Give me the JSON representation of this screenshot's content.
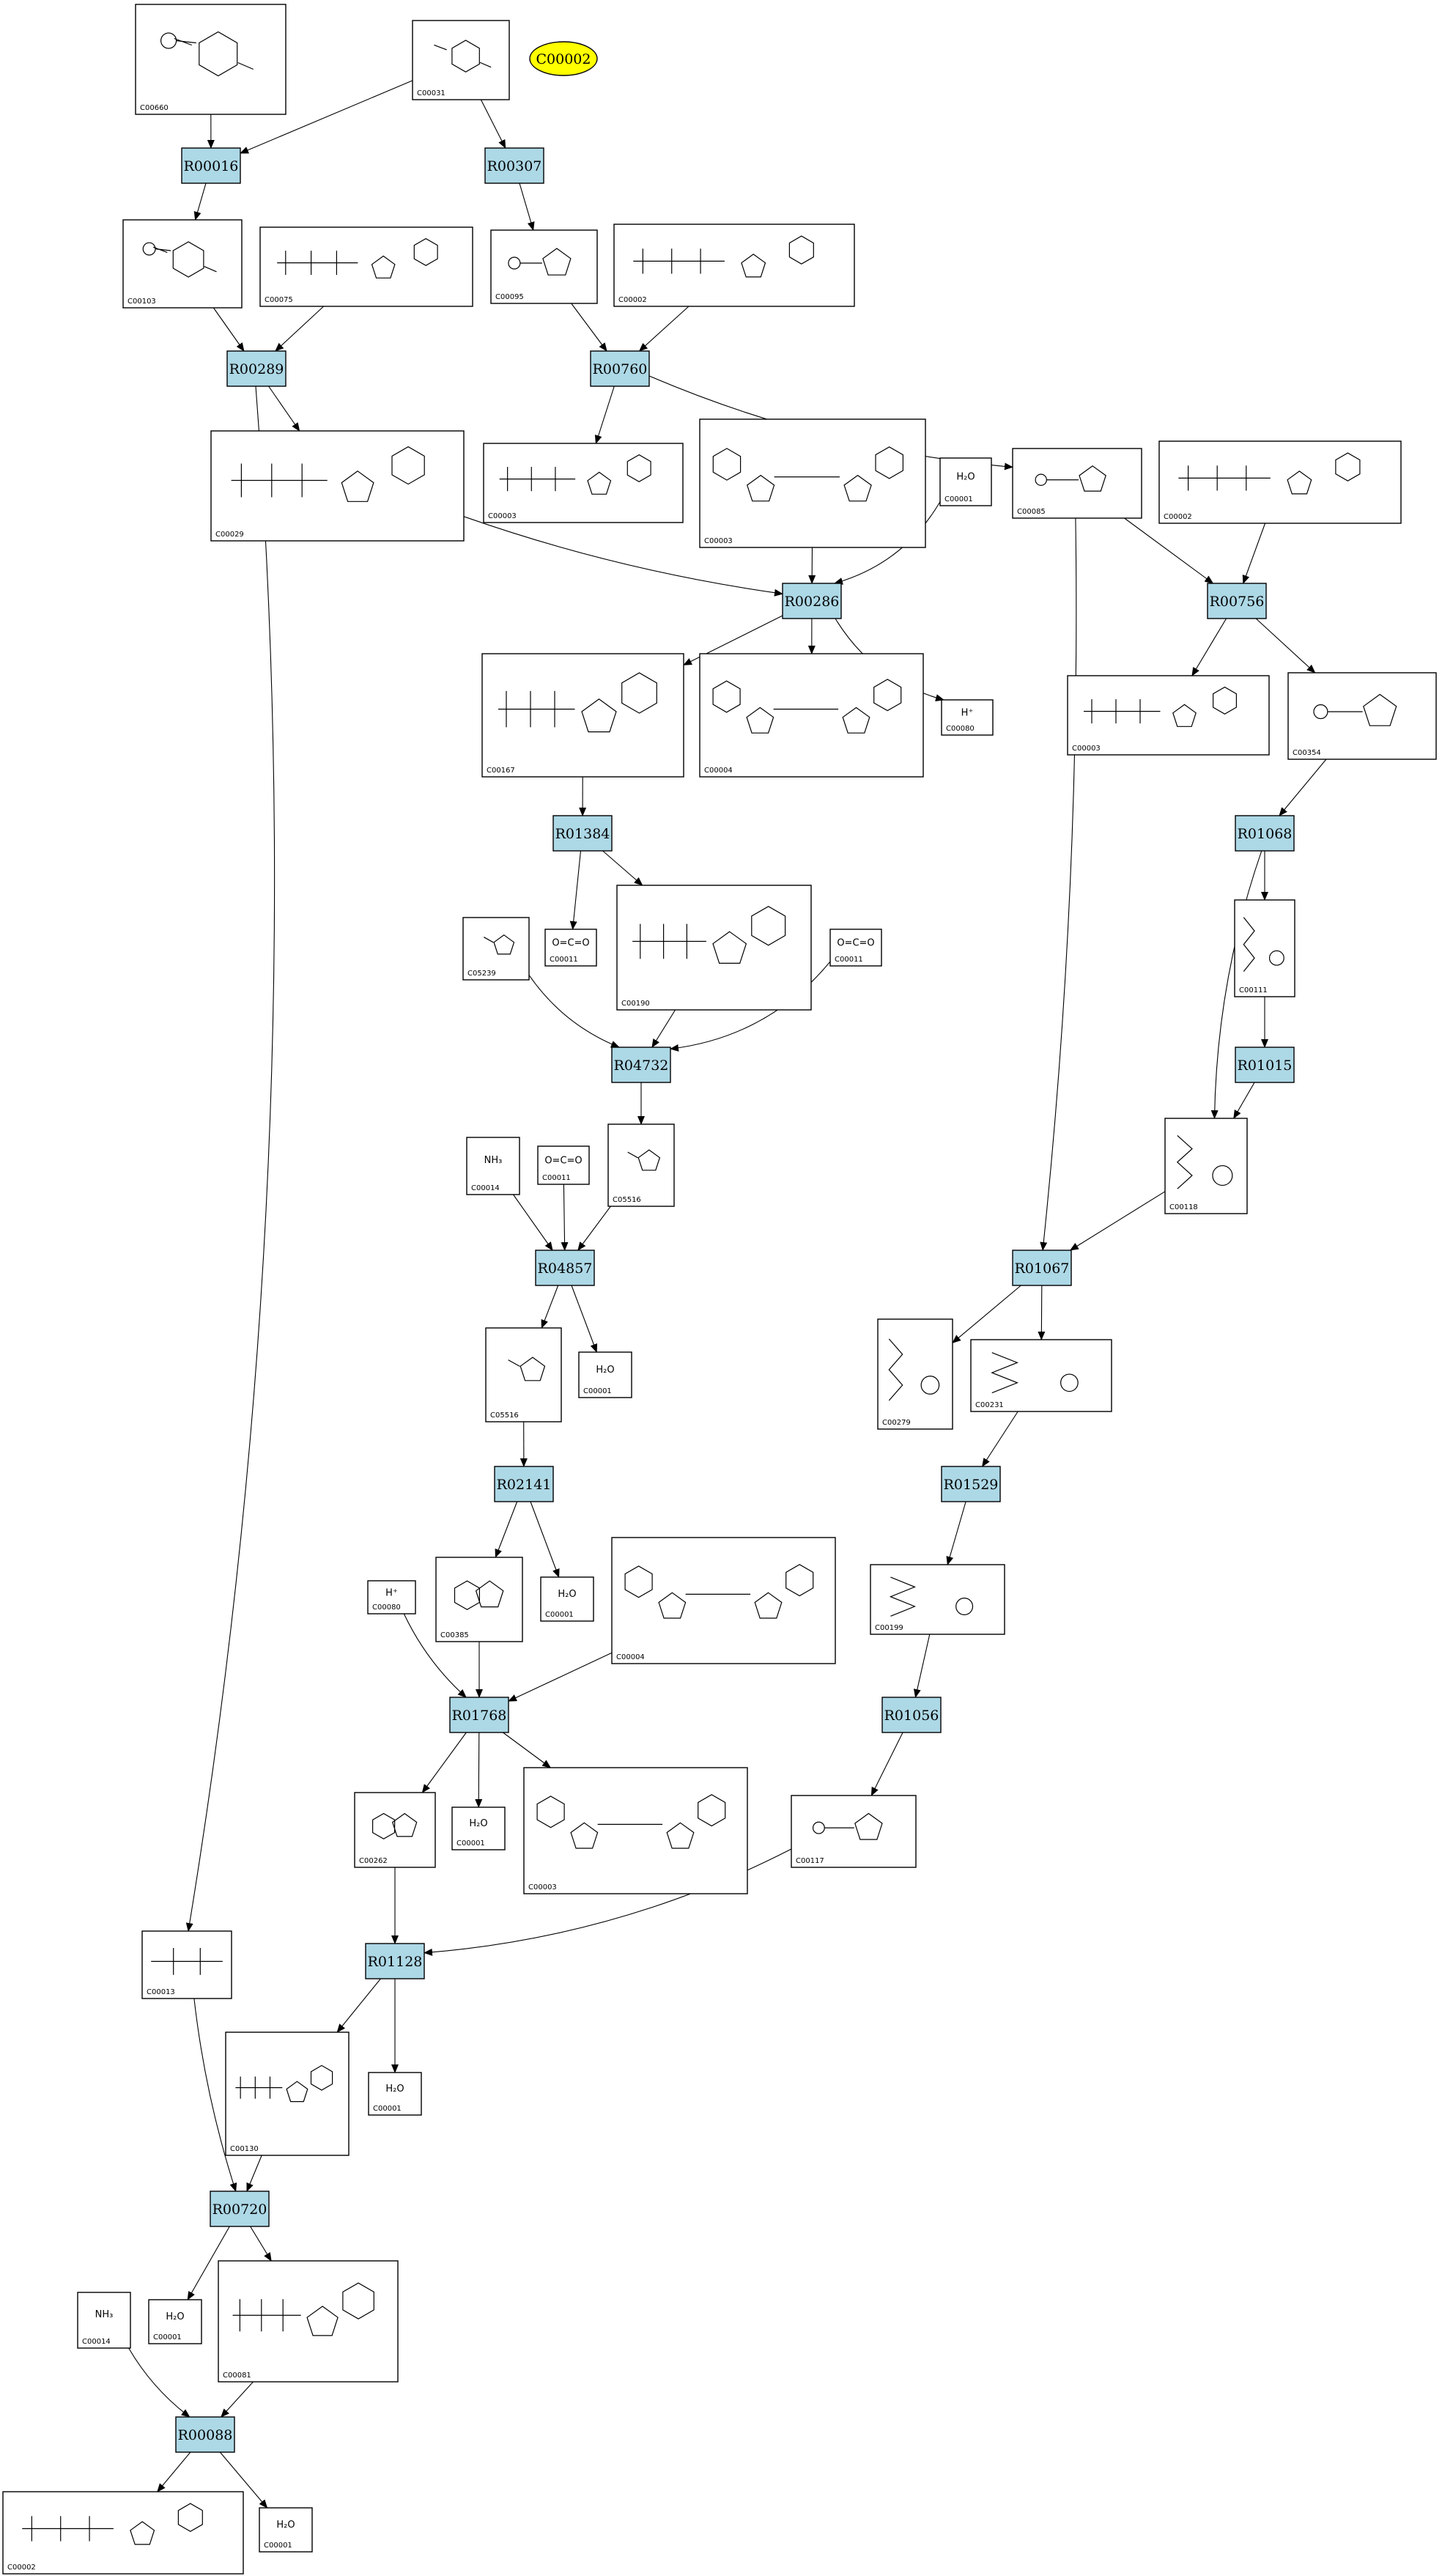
{
  "colors": {
    "reaction_fill": "#add8e6",
    "highlight_fill": "#ffff00",
    "compound_fill": "#ffffff",
    "stroke": "#000000"
  },
  "highlight": {
    "id": "C00002",
    "label": "C00002"
  },
  "reactions": [
    {
      "id": "R00016",
      "label": "R00016"
    },
    {
      "id": "R00307",
      "label": "R00307"
    },
    {
      "id": "R00289",
      "label": "R00289"
    },
    {
      "id": "R00760",
      "label": "R00760"
    },
    {
      "id": "R00286",
      "label": "R00286"
    },
    {
      "id": "R00756",
      "label": "R00756"
    },
    {
      "id": "R01384",
      "label": "R01384"
    },
    {
      "id": "R01068",
      "label": "R01068"
    },
    {
      "id": "R04732",
      "label": "R04732"
    },
    {
      "id": "R01015",
      "label": "R01015"
    },
    {
      "id": "R04857",
      "label": "R04857"
    },
    {
      "id": "R01067",
      "label": "R01067"
    },
    {
      "id": "R02141",
      "label": "R02141"
    },
    {
      "id": "R01529",
      "label": "R01529"
    },
    {
      "id": "R01768",
      "label": "R01768"
    },
    {
      "id": "R01056",
      "label": "R01056"
    },
    {
      "id": "R01128",
      "label": "R01128"
    },
    {
      "id": "R00720",
      "label": "R00720"
    },
    {
      "id": "R00088",
      "label": "R00088"
    }
  ],
  "compounds": [
    {
      "id": "c1",
      "label": "C00660"
    },
    {
      "id": "c2",
      "label": "C00031"
    },
    {
      "id": "c3",
      "label": "C00103"
    },
    {
      "id": "c4",
      "label": "C00075"
    },
    {
      "id": "c5",
      "label": "C00095"
    },
    {
      "id": "c6",
      "label": "C00002"
    },
    {
      "id": "c7",
      "label": "C00029"
    },
    {
      "id": "c8",
      "label": "C00003"
    },
    {
      "id": "c9",
      "label": "C00003"
    },
    {
      "id": "c10",
      "label": "C00001"
    },
    {
      "id": "c11",
      "label": "C00085"
    },
    {
      "id": "c12",
      "label": "C00002"
    },
    {
      "id": "c13",
      "label": "C00167"
    },
    {
      "id": "c14",
      "label": "C00004"
    },
    {
      "id": "c15",
      "label": "C00080"
    },
    {
      "id": "c16",
      "label": "C00003"
    },
    {
      "id": "c17",
      "label": "C00354"
    },
    {
      "id": "c18",
      "label": "C05239"
    },
    {
      "id": "c19",
      "label": "C00011"
    },
    {
      "id": "c20",
      "label": "C00190"
    },
    {
      "id": "c21",
      "label": "C00011"
    },
    {
      "id": "c22",
      "label": "C00111"
    },
    {
      "id": "c23",
      "label": "C00014"
    },
    {
      "id": "c24",
      "label": "C00011"
    },
    {
      "id": "c25",
      "label": "C05516"
    },
    {
      "id": "c26",
      "label": "C00118"
    },
    {
      "id": "c27",
      "label": "C05516"
    },
    {
      "id": "c28",
      "label": "C00001"
    },
    {
      "id": "c29",
      "label": "C00279"
    },
    {
      "id": "c30",
      "label": "C00231"
    },
    {
      "id": "c31",
      "label": "C00080"
    },
    {
      "id": "c32",
      "label": "C00385"
    },
    {
      "id": "c33",
      "label": "C00001"
    },
    {
      "id": "c34",
      "label": "C00004"
    },
    {
      "id": "c35",
      "label": "C00199"
    },
    {
      "id": "c36",
      "label": "C00262"
    },
    {
      "id": "c37",
      "label": "C00001"
    },
    {
      "id": "c38",
      "label": "C00003"
    },
    {
      "id": "c39",
      "label": "C00117"
    },
    {
      "id": "c40",
      "label": "C00013"
    },
    {
      "id": "c41",
      "label": "C00130"
    },
    {
      "id": "c42",
      "label": "C00001"
    },
    {
      "id": "c43",
      "label": "C00014"
    },
    {
      "id": "c44",
      "label": "C00001"
    },
    {
      "id": "c45",
      "label": "C00081"
    },
    {
      "id": "c46",
      "label": "C00002"
    },
    {
      "id": "c47",
      "label": "C00001"
    }
  ],
  "formula_labels": {
    "water": "H₂O",
    "proton": "H⁺",
    "ammonia": "NH₃",
    "co2": "O=C=O"
  }
}
